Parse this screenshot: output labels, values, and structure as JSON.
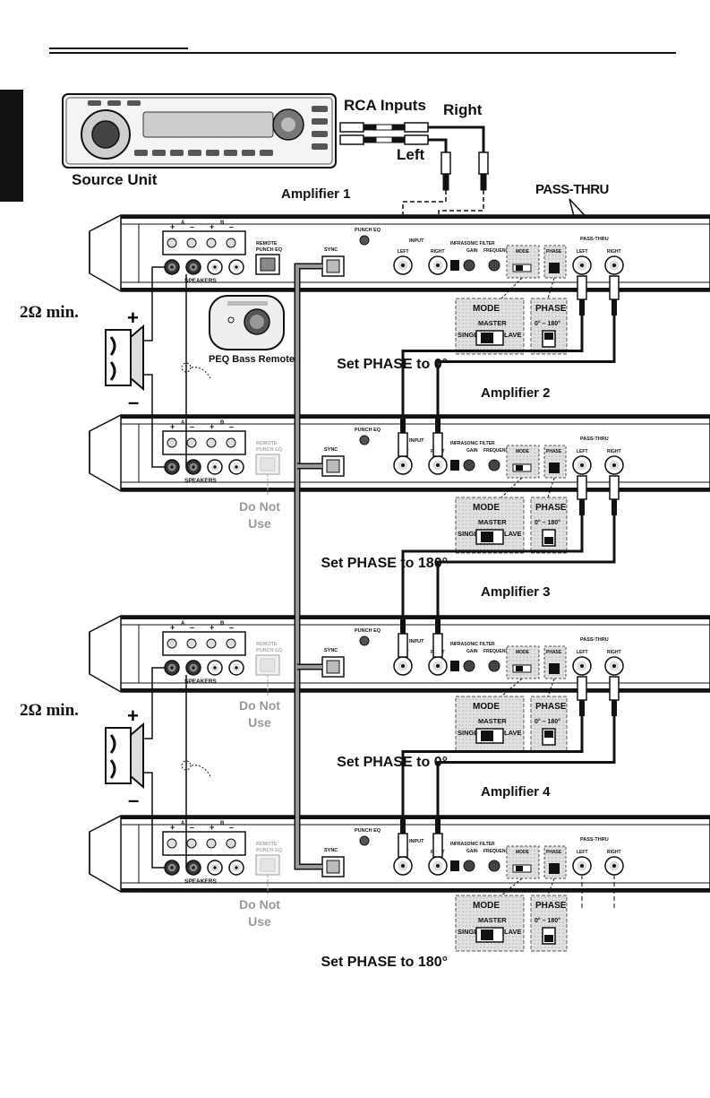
{
  "labels": {
    "rca_inputs": "RCA Inputs",
    "right": "Right",
    "left": "Left",
    "source_unit": "Source Unit",
    "pass_thru": "PASS-THRU",
    "peq_remote": "PEQ Bass Remote",
    "min_ohm_1": "2Ω min.",
    "min_ohm_2": "2Ω min."
  },
  "amplifiers": [
    {
      "title": "Amplifier 1",
      "phase_note": "Set PHASE to 0°",
      "remote": ""
    },
    {
      "title": "Amplifier 2",
      "phase_note": "Set PHASE to 180°",
      "remote": "Do Not Use"
    },
    {
      "title": "Amplifier 3",
      "phase_note": "Set PHASE to 0°",
      "remote": "Do Not Use"
    },
    {
      "title": "Amplifier 4",
      "phase_note": "Set PHASE to 180°",
      "remote": "Do Not Use"
    }
  ],
  "panel_text": {
    "speakers": "SPEAKERS",
    "remote_punch_eq": "REMOTE PUNCH EQ",
    "sync": "SYNC",
    "punch_eq": "PUNCH EQ",
    "input": "INPUT",
    "infrasonic_filter": "INFRASONIC FILTER",
    "gain": "GAIN",
    "frequency": "FREQUENCY",
    "mode": "MODE",
    "phase": "PHASE",
    "pass_thru": "PASS-THRU",
    "left": "LEFT",
    "right": "RIGHT"
  },
  "callouts": {
    "mode_title": "MODE",
    "mode_master": "MASTER",
    "mode_single": "SINGLE",
    "mode_slave": "SLAVE",
    "phase_title": "PHASE",
    "phase_range": "0° – 180°"
  }
}
